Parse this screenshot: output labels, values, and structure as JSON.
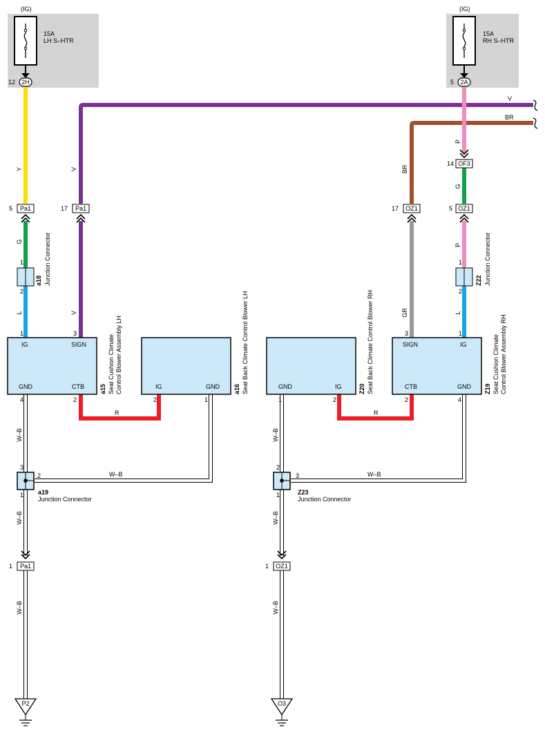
{
  "power": {
    "lh": {
      "source": "(IG)",
      "fuse_amp": "15A",
      "fuse_name": "LH S–HTR",
      "pin": "12",
      "connector": "2H"
    },
    "rh": {
      "source": "(IG)",
      "fuse_amp": "15A",
      "fuse_name": "RH S–HTR",
      "pin": "5",
      "connector": "2A"
    }
  },
  "colors": {
    "Y": "#ffdd00",
    "G": "#12a04a",
    "L": "#1aa3e8",
    "V": "#7b3294",
    "BR": "#a0522d",
    "P": "#f28cc0",
    "GR": "#9a9a9a",
    "R": "#ee1c25",
    "fuse_box": "#d4d4d4",
    "component": "#cce9f9"
  },
  "wires": {
    "y": "Y",
    "g": "G",
    "l": "L",
    "v": "V",
    "br": "BR",
    "p": "P",
    "gr": "GR",
    "r": "R",
    "wb": "W–B"
  },
  "connectors": {
    "pa1_a": {
      "pin": "5",
      "name": "Pa1"
    },
    "pa1_b": {
      "pin": "17",
      "name": "Pa1"
    },
    "pa1_c": {
      "pin": "1",
      "name": "Pa1"
    },
    "oz1_a": {
      "pin": "17",
      "name": "OZ1"
    },
    "oz1_b": {
      "pin": "5",
      "name": "OZ1"
    },
    "oz1_c": {
      "pin": "1",
      "name": "OZ1"
    },
    "of3": {
      "pin": "14",
      "name": "OF3"
    }
  },
  "junctions": {
    "a18": {
      "code": "a18",
      "name": "Junction Connector",
      "pin_top": "1",
      "pin_bottom": "2",
      "pin_out": "1"
    },
    "z22": {
      "code": "Z22",
      "name": "Junction Connector",
      "pin_top": "1",
      "pin_bottom": "2",
      "pin_out": "1"
    },
    "a19": {
      "code": "a19",
      "name": "Junction Connector",
      "pin_top": "3",
      "pin_right": "2",
      "pin_bottom": "1"
    },
    "z23": {
      "code": "Z23",
      "name": "Junction Connector",
      "pin_top": "2",
      "pin_right": "3",
      "pin_bottom": "1"
    }
  },
  "components": {
    "a15": {
      "code": "a15",
      "name_line1": "Seat Cushion Climate",
      "name_line2": "Control Blower Assembly LH",
      "ig": "IG",
      "sign": "SIGN",
      "gnd": "GND",
      "ctb": "CTB",
      "pin_ig": "1",
      "pin_sign": "3",
      "pin_gnd": "4",
      "pin_ctb": "2"
    },
    "a16": {
      "code": "a16",
      "name": "Seat Back Climate Control Blower LH",
      "ig": "IG",
      "gnd": "GND",
      "pin_ig": "2",
      "pin_gnd": "1"
    },
    "z20": {
      "code": "Z20",
      "name": "Seat Back Climate Control Blower RH",
      "gnd": "GND",
      "ig": "IG",
      "pin_gnd": "1",
      "pin_ig": "2"
    },
    "z19": {
      "code": "Z19",
      "name_line1": "Seat Cushion Climate",
      "name_line2": "Control Blower Assembly RH",
      "sign": "SIGN",
      "ig": "IG",
      "ctb": "CTB",
      "gnd": "GND",
      "pin_sign": "3",
      "pin_ig": "1",
      "pin_ctb": "2",
      "pin_gnd": "4"
    }
  },
  "grounds": {
    "lh": "P2",
    "rh": "O3"
  }
}
